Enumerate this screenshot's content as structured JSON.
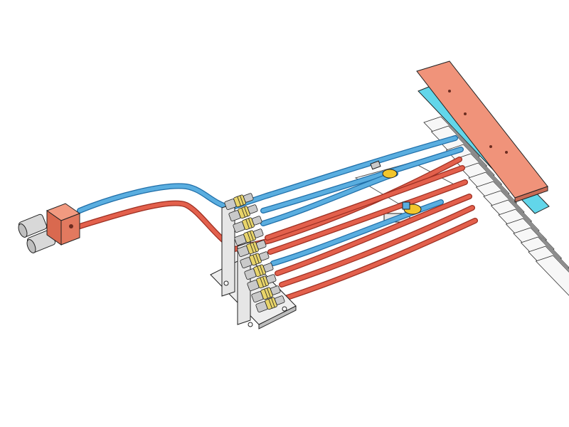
{
  "scene": {
    "background": "#ffffff",
    "colors": {
      "hot_pipe": "#e3604c",
      "hot_pipe_edge": "#9c2f22",
      "cold_pipe": "#5aaee0",
      "cold_pipe_edge": "#1f6ea8",
      "manifold": "#e2795f",
      "cold_plate": "#62d6ea",
      "top_plate": "#f0937a",
      "fitting_brass": "#e8d46a",
      "fitting_steel": "#c9c9c9",
      "outline": "#222222",
      "bracket": "#e6e6e6",
      "coupler_yellow": "#f2c62c"
    },
    "components": [
      "inlet-outlet-manifold",
      "quick-connector-pair",
      "mounting-bracket",
      "fitting-row",
      "cold-plate",
      "top-plate",
      "fin-stack",
      "hose-couplers"
    ]
  }
}
